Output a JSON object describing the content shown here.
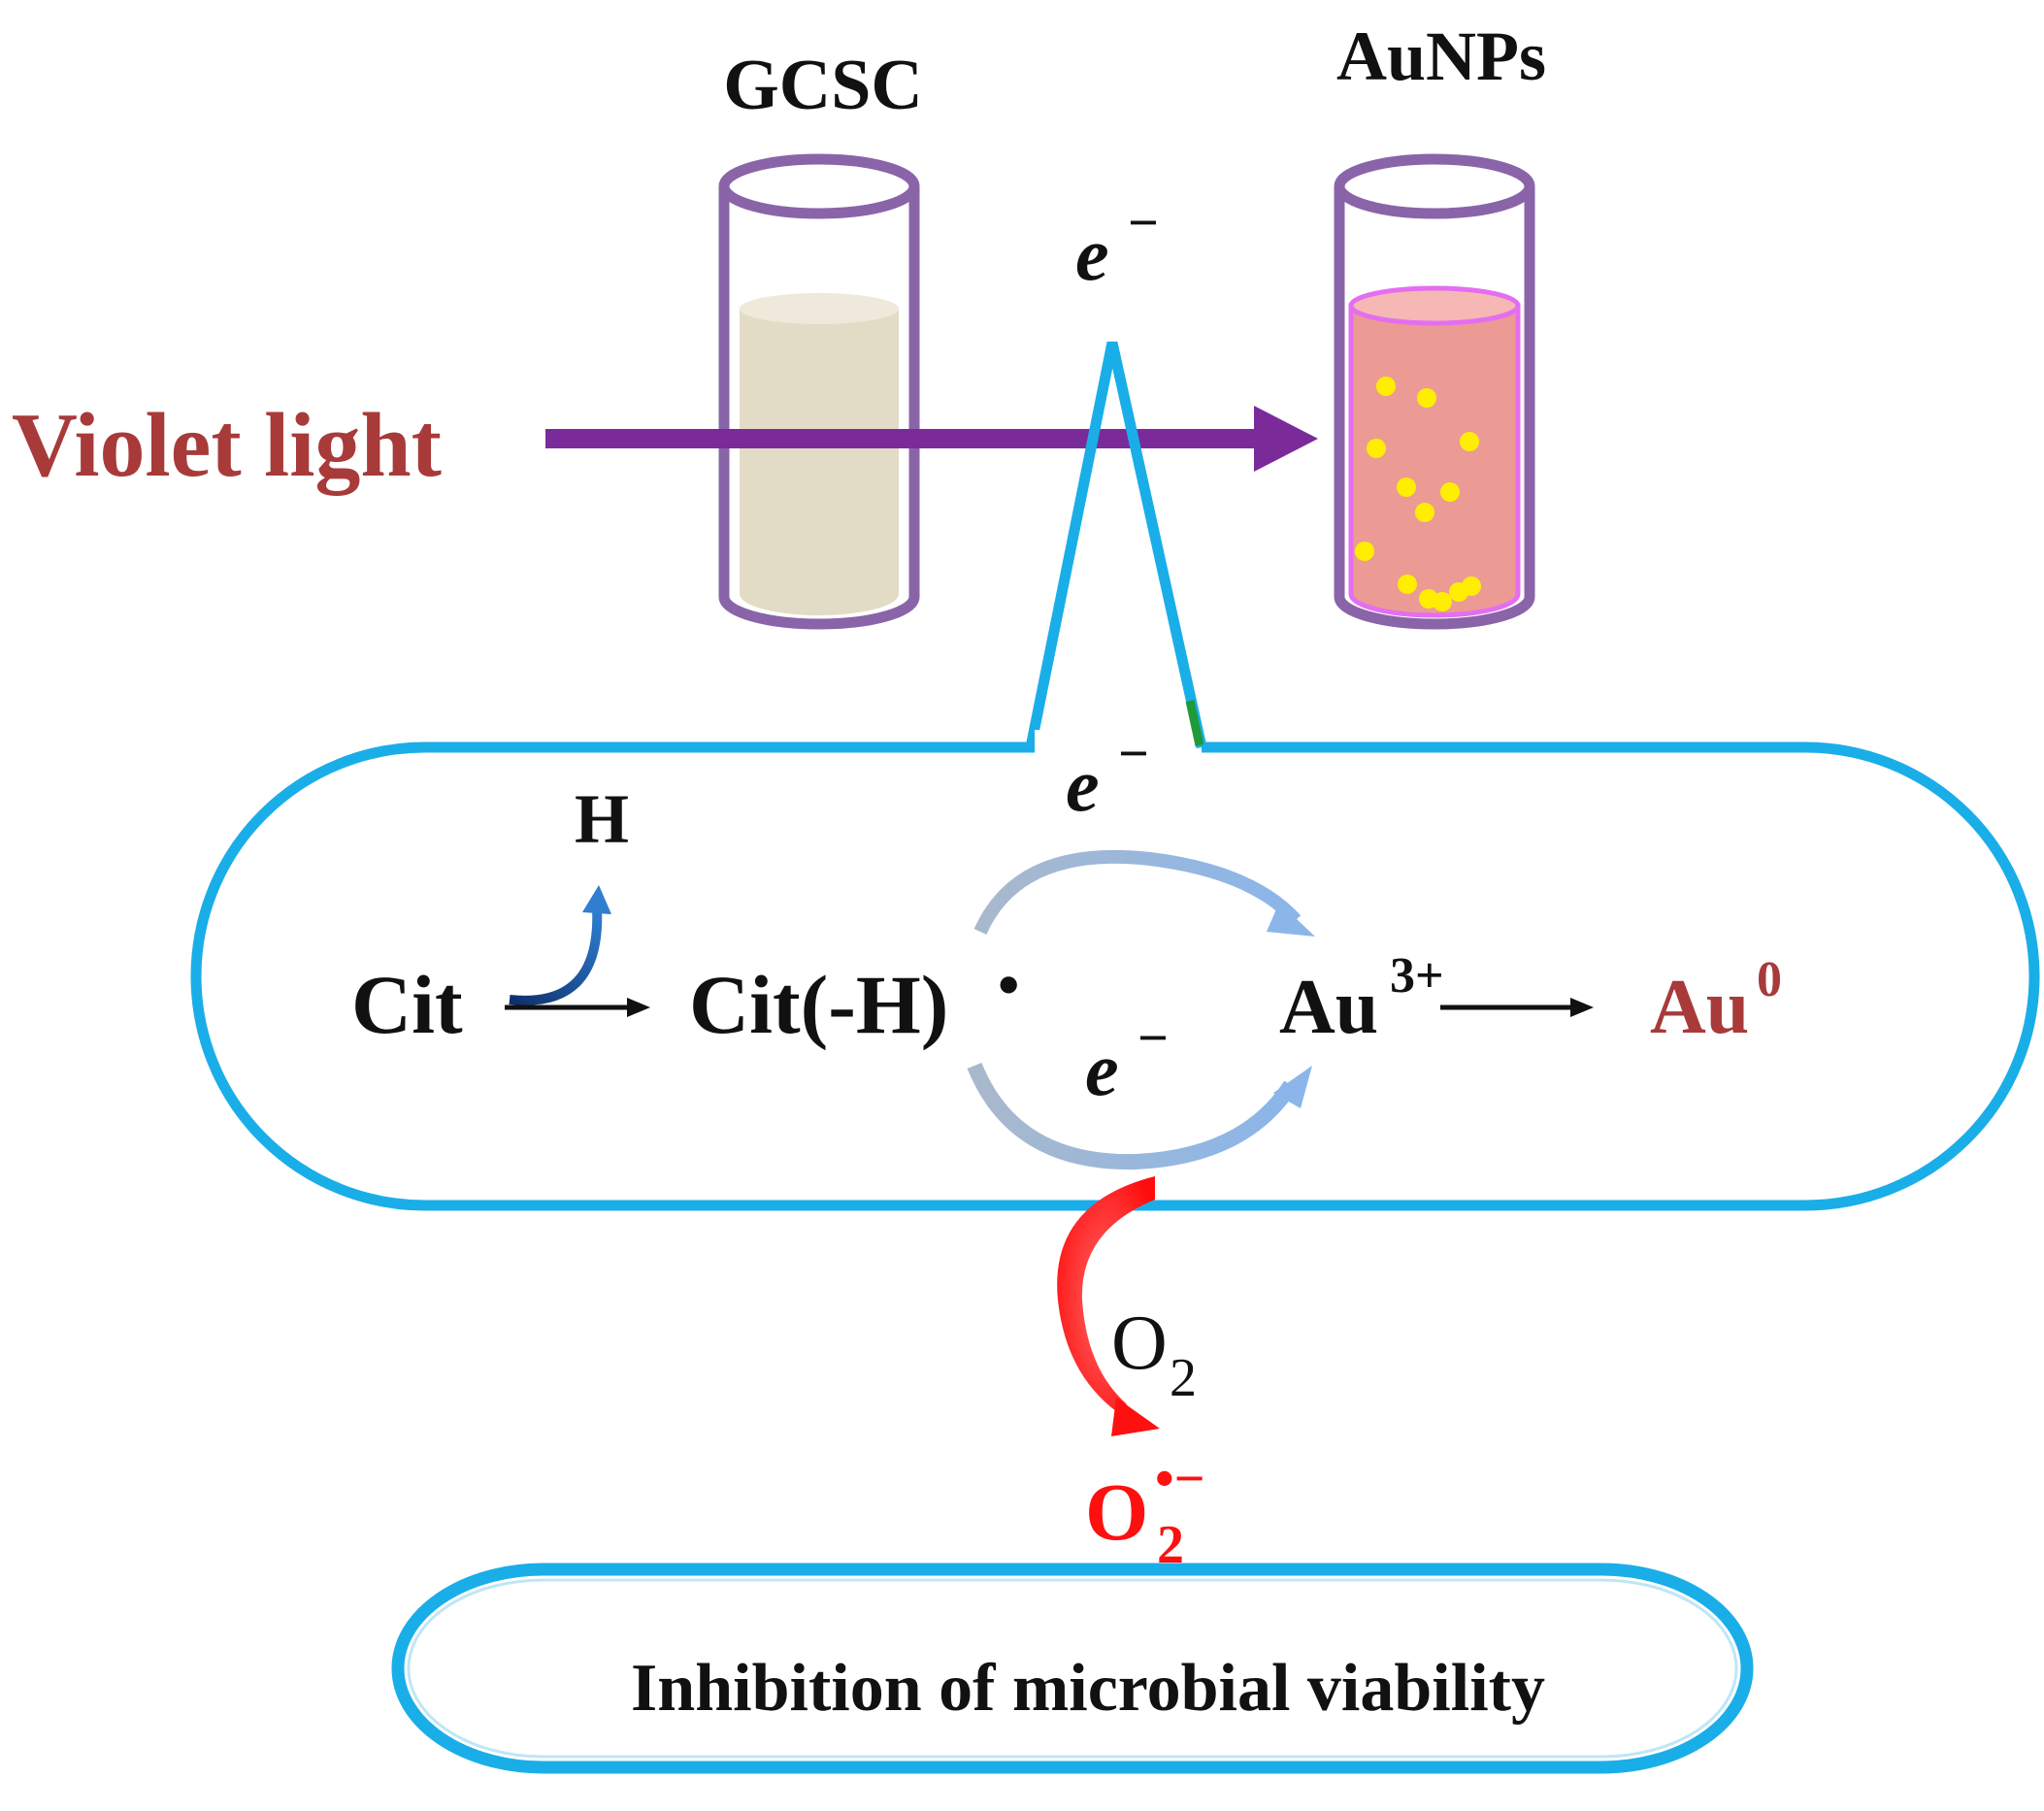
{
  "labels": {
    "violet_light": "Violet light",
    "tube_left": "GCSC",
    "tube_right": "AuNPs",
    "electron_top": "e",
    "electron_mid": "e",
    "electron_cycle": "e",
    "electron_sup": "−",
    "h": "H",
    "cit": "Cit",
    "cit_radical": "Cit(-H)",
    "radical_dot": "•",
    "au3": "Au",
    "au3_sup": "3+",
    "au0": "Au",
    "au0_sup": "0",
    "o2": "O",
    "o2_sub": "2",
    "superoxide": "O",
    "superoxide_sub": "2",
    "superoxide_sup": "•−",
    "inhibition": "Inhibition of microbial viability"
  },
  "colors": {
    "violet_arrow": "#7b2a9a",
    "violet_text": "#a83a3a",
    "tube_outline": "#8a64a8",
    "gcsc_liquid": "#e2dcc6",
    "aunps_liquid": "#ec9a94",
    "aunps_rim": "#e36ff0",
    "nanoparticle": "#ffee00",
    "cell_outline": "#1aaee8",
    "au0_text": "#a83a3a",
    "superoxide_red": "#ff1010"
  }
}
